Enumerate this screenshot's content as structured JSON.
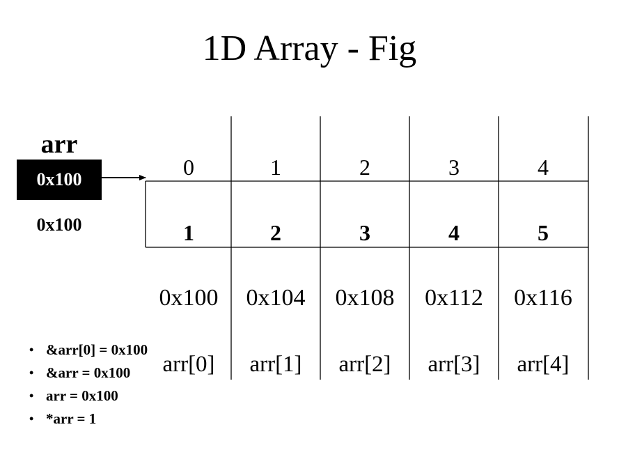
{
  "title": "1D Array - Fig",
  "pointer": {
    "name": "arr",
    "value": "0x100",
    "own_address": "0x100"
  },
  "array": {
    "indices": [
      "0",
      "1",
      "2",
      "3",
      "4"
    ],
    "values": [
      "1",
      "2",
      "3",
      "4",
      "5"
    ],
    "addresses": [
      "0x100",
      "0x104",
      "0x108",
      "0x112",
      "0x116"
    ],
    "element_names": [
      "arr[0]",
      "arr[1]",
      "arr[2]",
      "arr[3]",
      "arr[4]"
    ]
  },
  "notes": [
    "&arr[0] = 0x100",
    "&arr = 0x100",
    "arr = 0x100",
    "*arr = 1"
  ]
}
